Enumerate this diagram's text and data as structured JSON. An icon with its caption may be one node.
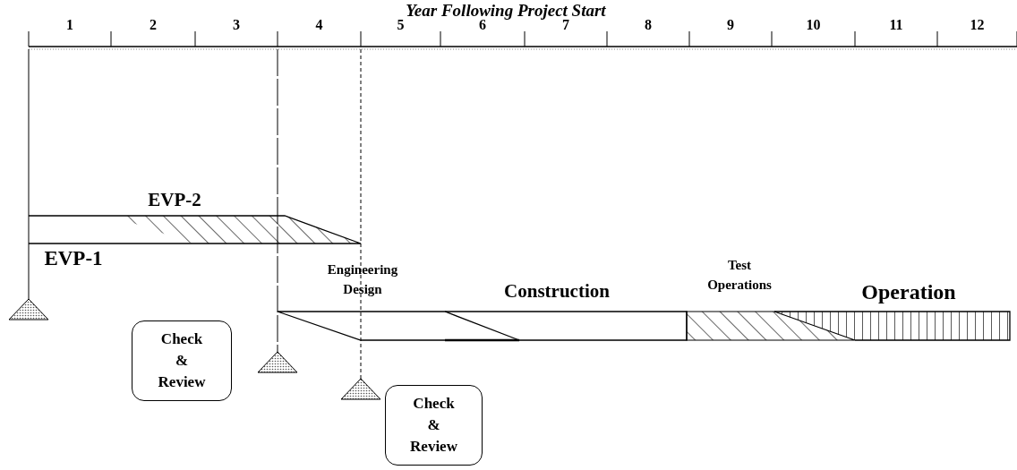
{
  "diagram": {
    "title": "Year Following Project Start",
    "nodes": [
      {
        "text": [
          "Check & Review"
        ]
      },
      {
        "text": [
          "Check & Review"
        ]
      }
    ],
    "labels": [
      "1",
      "2",
      "3",
      "4",
      "5",
      "6",
      "7",
      "8",
      "9",
      "10",
      "11",
      "12",
      "EVP-2",
      "EVP-1",
      "Engineering Design",
      "Construction",
      "Test Operations",
      "Operation"
    ]
  }
}
